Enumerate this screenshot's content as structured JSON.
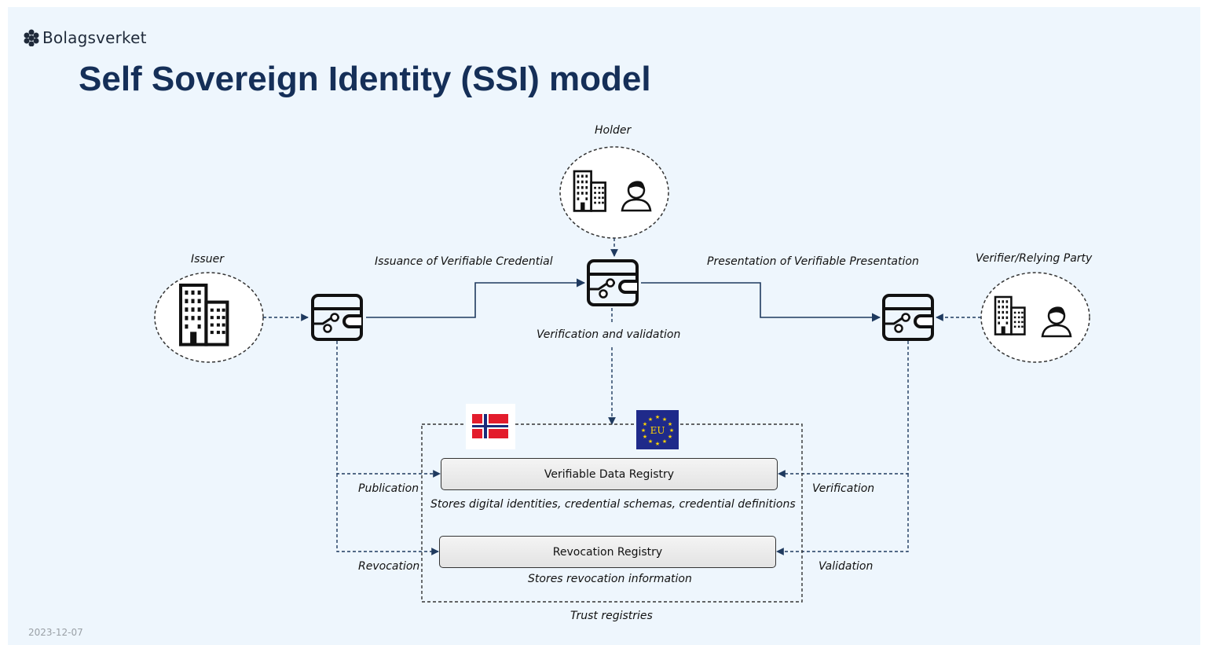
{
  "brand": {
    "name": "Bolagsverket"
  },
  "title": "Self Sovereign Identity (SSI) model",
  "date": "2023-12-07",
  "actors": {
    "holder": "Holder",
    "issuer": "Issuer",
    "verifier": "Verifier/Relying Party"
  },
  "flows": {
    "issuance": "Issuance of Verifiable Credential",
    "presentation": "Presentation of Verifiable Presentation",
    "verification_validation": "Verification and  validation",
    "publication": "Publication",
    "revocation": "Revocation",
    "verification": "Verification",
    "validation": "Validation"
  },
  "registries": {
    "data_registry": {
      "label": "Verifiable Data Registry",
      "description": "Stores digital identities, credential schemas, credential definitions"
    },
    "revocation_registry": {
      "label": "Revocation Registry",
      "description": "Stores revocation information"
    },
    "trust_label": "Trust registries",
    "eu_flag_text": "EU"
  },
  "colors": {
    "title": "#152f58",
    "arrow": "#1f3a5f",
    "background": "#eef6fd",
    "norway_red": "#e31c2c",
    "norway_blue": "#1a2a7a",
    "eu_blue": "#1f2a8a",
    "eu_star": "#ffd400"
  }
}
